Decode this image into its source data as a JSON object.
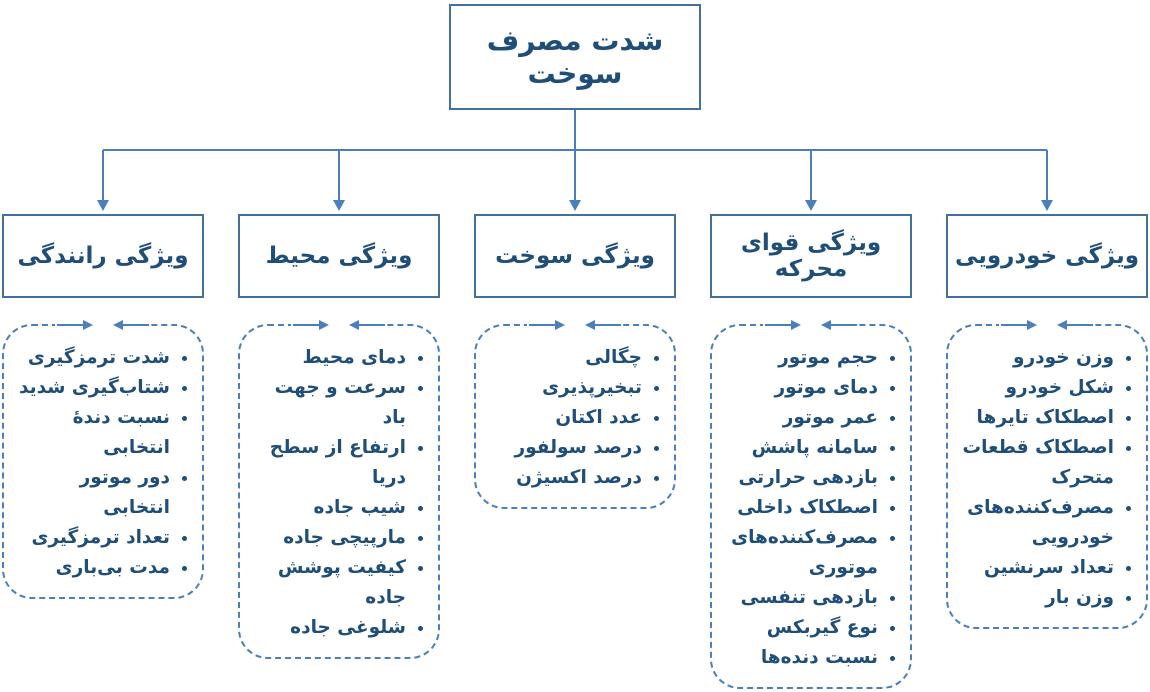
{
  "title": "شدت مصرف سوخت",
  "colors": {
    "box_border": "#41719c",
    "arrow": "#4a7ebc",
    "text": "#1f4e79"
  },
  "categories": [
    {
      "id": "driving",
      "label": "ویژگی رانندگی",
      "items": [
        "شدت ترمزگیری",
        "شتاب‌گیری شدید",
        "نسبت دندهٔ انتخابی",
        "دور موتور انتخابی",
        "تعداد ترمزگیری",
        "مدت بی‌باری"
      ]
    },
    {
      "id": "environment",
      "label": "ویژگی محیط",
      "items": [
        "دمای محیط",
        "سرعت و جهت باد",
        "ارتفاع از سطح دریا",
        "شیب جاده",
        "مارپیچی جاده",
        "کیفیت پوشش جاده",
        "شلوغی جاده"
      ]
    },
    {
      "id": "fuel",
      "label": "ویژگی سوخت",
      "items": [
        "چگالی",
        "تبخیرپذیری",
        "عدد اکتان",
        "درصد سولفور",
        "درصد اکسیژن"
      ]
    },
    {
      "id": "powertrain",
      "label": "ویژگی قوای محرکه",
      "items": [
        "حجم موتور",
        "دمای موتور",
        "عمر موتور",
        "سامانه پاشش",
        "بازدهی حرارتی",
        "اصطکاک داخلی",
        "مصرف‌کننده‌های موتوری",
        "بازدهی تنفسی",
        "نوع گیربکس",
        "نسبت دنده‌ها"
      ]
    },
    {
      "id": "vehicle",
      "label": "ویژگی خودرویی",
      "items": [
        "وزن خودرو",
        "شکل خودرو",
        "اصطکاک تایرها",
        "اصطکاک قطعات متحرک",
        "مصرف‌کننده‌های خودرویی",
        "تعداد سرنشین",
        "وزن بار"
      ]
    }
  ]
}
